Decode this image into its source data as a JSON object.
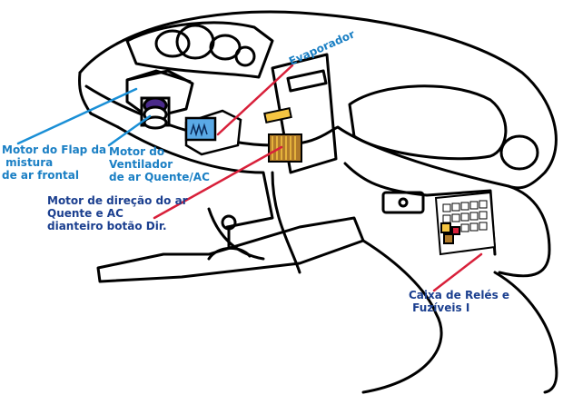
{
  "colors": {
    "outline": "#000000",
    "label_blue": "#1a7fc4",
    "label_navy": "#1b3f8f",
    "leader_blue": "#1a8fd6",
    "leader_red": "#d8203a",
    "component_yellow": "#f5c542",
    "component_brown": "#b07a2a",
    "evaporator_blue": "#5aa9e6"
  },
  "labels": {
    "flap_motor": "Motor do Flap da\n mistura\nde ar frontal",
    "fan_motor": "Motor do\nVentilador\nde ar Quente/AC",
    "evaporator": "Evaporador",
    "direction_motor": "Motor de direção do ar\nQuente e AC\ndianteiro botão Dir.",
    "relay_box": "Caixa de Relés e\n Fuzíveis I"
  }
}
